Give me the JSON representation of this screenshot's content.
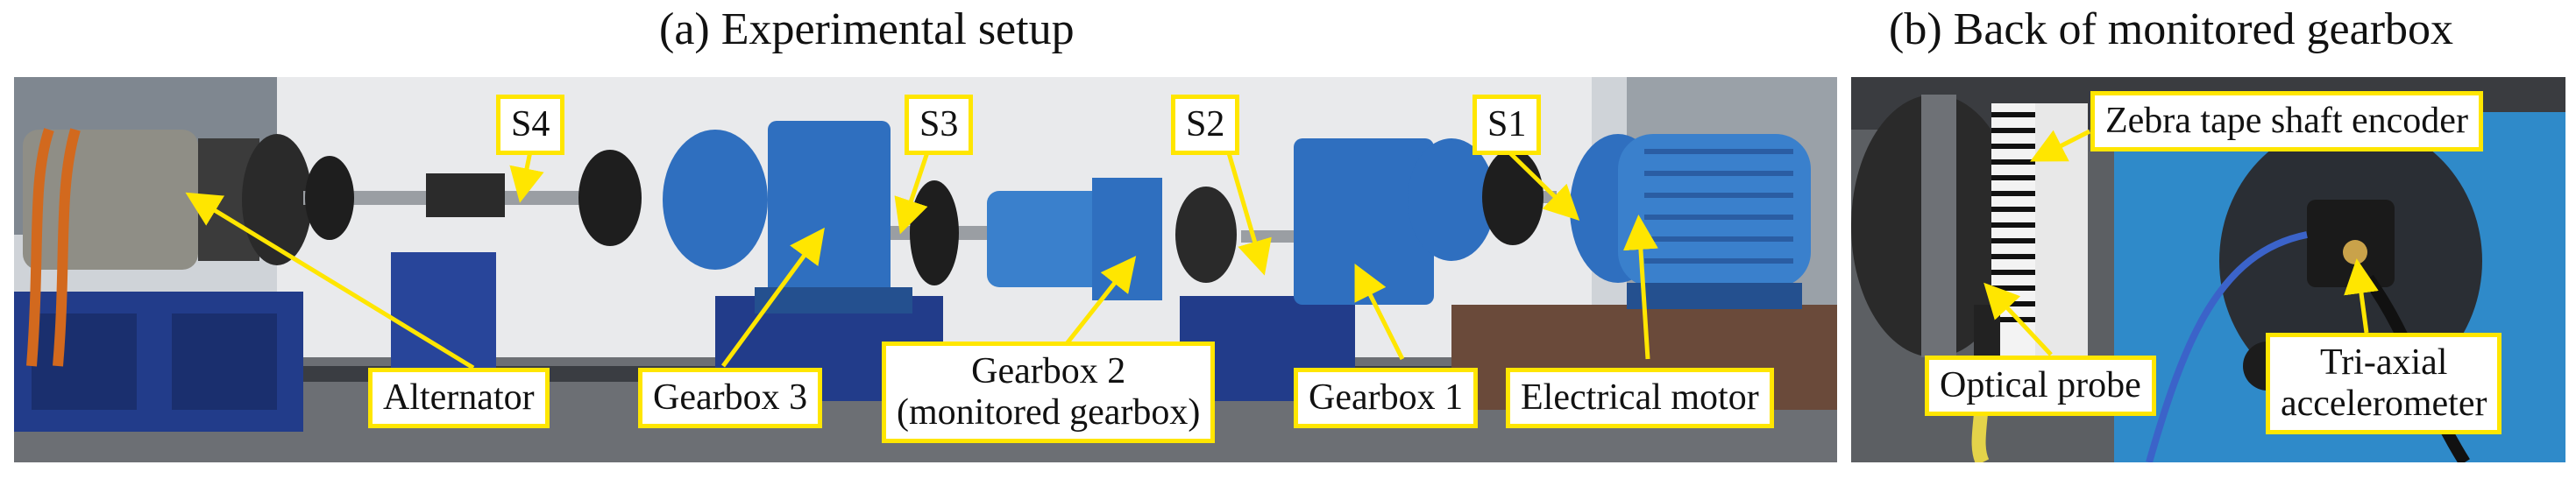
{
  "titles": {
    "a": "(a) Experimental setup",
    "b": "(b) Back of monitored gearbox"
  },
  "labels": {
    "s4": "S4",
    "s3": "S3",
    "s2": "S2",
    "s1": "S1",
    "alternator": "Alternator",
    "gearbox3": "Gearbox 3",
    "gearbox2_line1": "Gearbox 2",
    "gearbox2_line2": "(monitored gearbox)",
    "gearbox1": "Gearbox 1",
    "motor": "Electrical motor",
    "zebra": "Zebra tape shaft encoder",
    "probe": "Optical probe",
    "accel_line1": "Tri-axial",
    "accel_line2": "accelerometer"
  },
  "colors": {
    "callout_border": "#ffe600",
    "arrow": "#ffe600",
    "machine_blue": "#2f6fbf",
    "base_blue": "#1f3f8f",
    "background": "#d9dce0"
  }
}
